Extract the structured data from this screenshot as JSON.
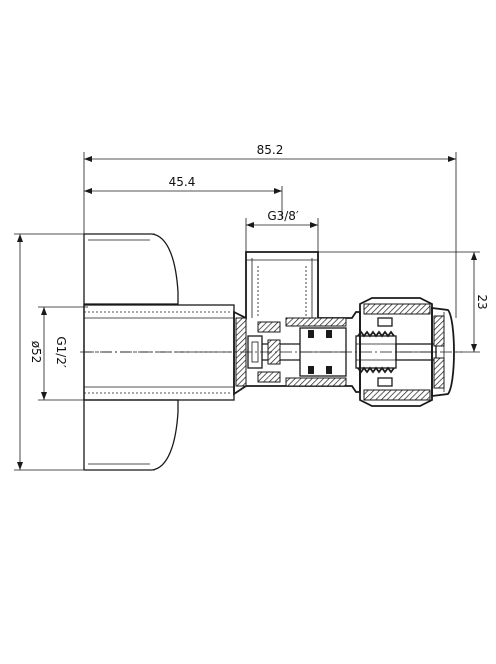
{
  "dimensions": {
    "overall_length": "85.2",
    "inlet_to_outlet": "45.4",
    "outlet_thread": "G3/8′",
    "outlet_offset": "23",
    "flange_diameter": "ø52",
    "inlet_thread": "G1/2′"
  }
}
